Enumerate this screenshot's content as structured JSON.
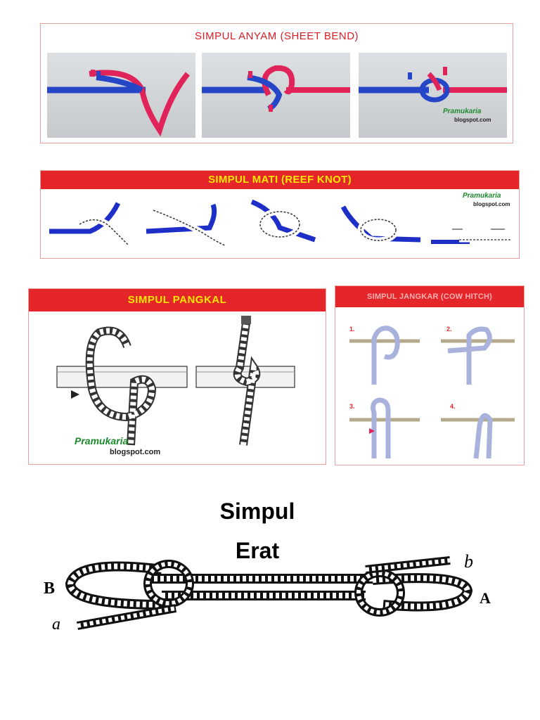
{
  "sheet_bend": {
    "title": "SIMPUL ANYAM (SHEET BEND)",
    "brand": "Pramukaria",
    "site": "blogspot.com"
  },
  "reef_knot": {
    "title": "SIMPUL MATI (REEF KNOT)",
    "brand": "Pramukaria",
    "site": "blogspot.com"
  },
  "clove_hitch": {
    "title": "SIMPUL PANGKAL",
    "brand": "Pramukaria",
    "site": "blogspot.com"
  },
  "cow_hitch": {
    "title": "SIMPUL JANGKAR (COW HITCH)",
    "steps": [
      "1.",
      "2.",
      "3.",
      "4."
    ]
  },
  "simpul_erat": {
    "title_line1": "Simpul",
    "title_line2": "Erat",
    "labels": {
      "B": "B",
      "a": "a",
      "b": "b",
      "A": "A"
    }
  },
  "colors": {
    "banner_red": "#e4262b",
    "banner_yellow": "#ffe600",
    "rope_blue": "#2646c8",
    "rope_red": "#e0245a"
  }
}
